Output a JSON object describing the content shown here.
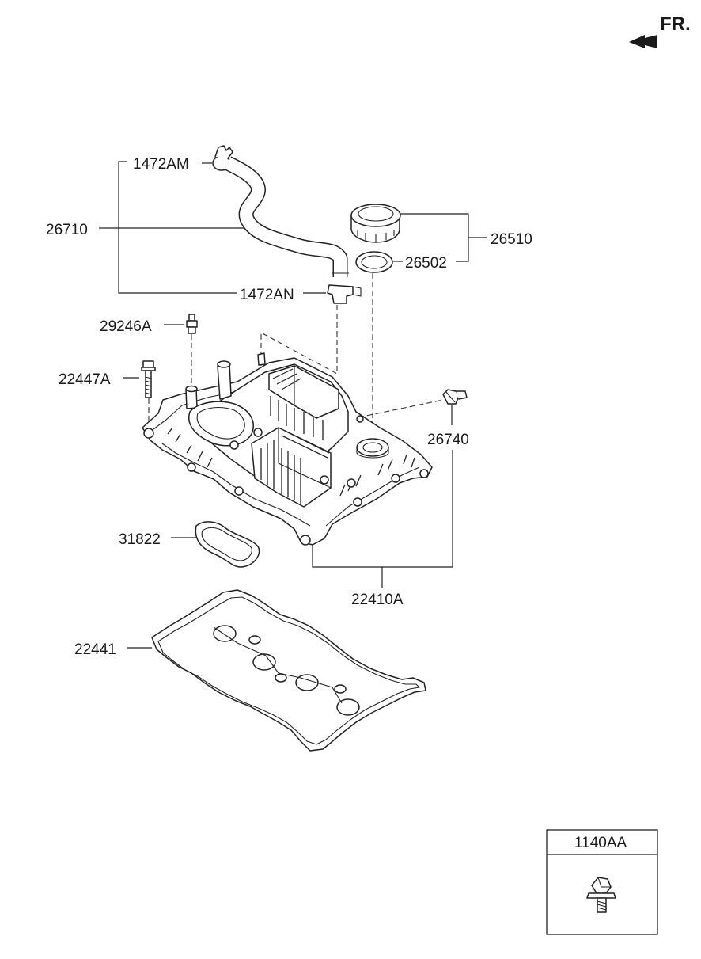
{
  "direction_label": "FR.",
  "parts": {
    "hose_clamp_upper": "1472AM",
    "breather_hose": "26710",
    "hose_clamp_lower": "1472AN",
    "bolt_a": "29246A",
    "bolt_b": "22447A",
    "oil_filler_cap_assy": "26510",
    "cap_gasket": "26502",
    "pcv_valve": "26740",
    "spark_plug_seal": "31822",
    "cover_assy": "22410A",
    "cover_gasket": "22441"
  },
  "legend_box": {
    "title": "1140AA"
  }
}
